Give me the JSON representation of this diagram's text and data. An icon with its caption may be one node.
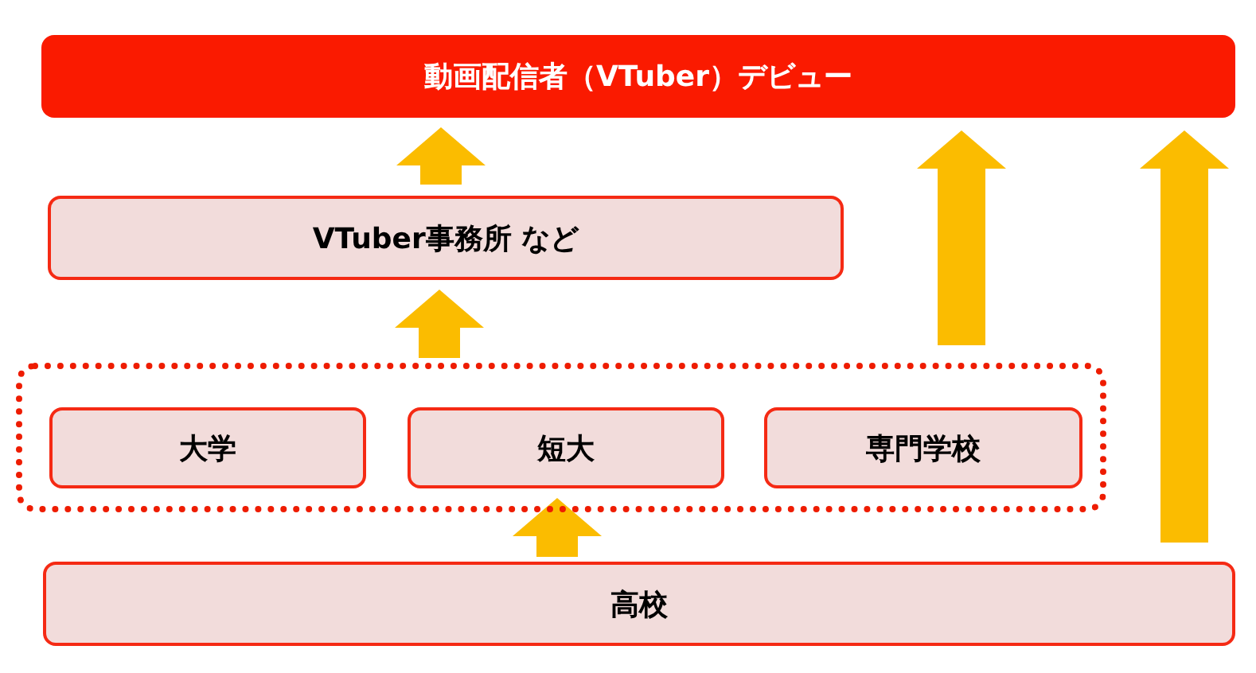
{
  "diagram": {
    "nodes": [
      {
        "text": [
          "動画配信者（VTuber）デビュー"
        ]
      },
      {
        "text": [
          "VTuber事務所 など"
        ]
      },
      {
        "text": [],
        "shape": "box"
      },
      {
        "text": [
          "大学"
        ],
        "in": 2
      },
      {
        "text": [
          "短大"
        ],
        "in": 2
      },
      {
        "text": [
          "専門学校"
        ],
        "in": 2
      },
      {
        "text": [
          "高校"
        ]
      }
    ],
    "edges": [
      {
        "from": 6,
        "to": 2,
        "arrow": "to"
      },
      {
        "from": 2,
        "to": 1,
        "arrow": "to"
      },
      {
        "from": 1,
        "to": 0,
        "arrow": "to"
      },
      {
        "from": 2,
        "to": 0,
        "arrow": "to"
      },
      {
        "from": 6,
        "to": 0,
        "arrow": "to"
      }
    ]
  }
}
